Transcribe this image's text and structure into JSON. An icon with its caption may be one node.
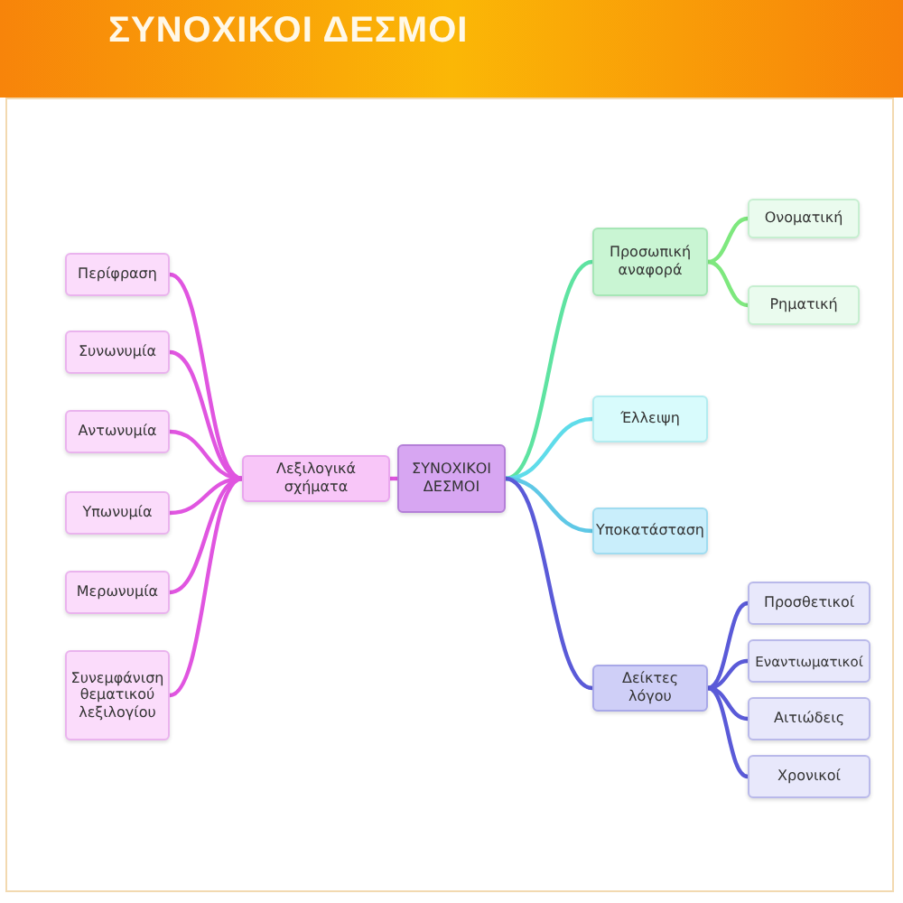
{
  "diagram": {
    "title": "ΣΥΝΟΧΙΚΟΙ ΔΕΣΜΟΙ",
    "nodes": [
      {
        "text": [
          "ΣΥΝΟΧΙΚΟΙ ΔΕΣΜΟΙ"
        ]
      },
      {
        "text": [
          "Λεξιλογικά σχήματα"
        ]
      },
      {
        "text": [
          "Περίφραση"
        ]
      },
      {
        "text": [
          "Συνωνυμία"
        ]
      },
      {
        "text": [
          "Αντωνυμία"
        ]
      },
      {
        "text": [
          "Υπωνυμία"
        ]
      },
      {
        "text": [
          "Μερωνυμία"
        ]
      },
      {
        "text": [
          "Συνεμφάνιση θεματικού λεξιλογίου"
        ]
      },
      {
        "text": [
          "Προσωπική αναφορά"
        ]
      },
      {
        "text": [
          "Ονοματική"
        ]
      },
      {
        "text": [
          "Ρηματική"
        ]
      },
      {
        "text": [
          "Έλλειψη"
        ]
      },
      {
        "text": [
          "Υποκατάσταση"
        ]
      },
      {
        "text": [
          "Δείκτες λόγου"
        ]
      },
      {
        "text": [
          "Προσθετικοί"
        ]
      },
      {
        "text": [
          "Εναντιωματικοί"
        ]
      },
      {
        "text": [
          "Αιτιώδεις"
        ]
      },
      {
        "text": [
          "Χρονικοί"
        ]
      }
    ],
    "edges": [
      {
        "from": 0,
        "to": 1,
        "arrow": "none"
      },
      {
        "from": 1,
        "to": 2,
        "arrow": "none"
      },
      {
        "from": 1,
        "to": 3,
        "arrow": "none"
      },
      {
        "from": 1,
        "to": 4,
        "arrow": "none"
      },
      {
        "from": 1,
        "to": 5,
        "arrow": "none"
      },
      {
        "from": 1,
        "to": 6,
        "arrow": "none"
      },
      {
        "from": 1,
        "to": 7,
        "arrow": "none"
      },
      {
        "from": 0,
        "to": 8,
        "arrow": "none",
        "color": "#5ee3a1"
      },
      {
        "from": 8,
        "to": 9,
        "arrow": "none",
        "color": "#7ee87e"
      },
      {
        "from": 8,
        "to": 10,
        "arrow": "none",
        "color": "#7ee87e"
      },
      {
        "from": 0,
        "to": 11,
        "arrow": "none",
        "color": "#5fdcea"
      },
      {
        "from": 0,
        "to": 12,
        "arrow": "none",
        "color": "#5fc8e6"
      },
      {
        "from": 0,
        "to": 13,
        "arrow": "none",
        "color": "#5a5ad8"
      },
      {
        "from": 13,
        "to": 14,
        "arrow": "none",
        "color": "#5a5ad8"
      },
      {
        "from": 13,
        "to": 15,
        "arrow": "none",
        "color": "#5a5ad8"
      },
      {
        "from": 13,
        "to": 16,
        "arrow": "none",
        "color": "#5a5ad8"
      },
      {
        "from": 13,
        "to": 17,
        "arrow": "none",
        "color": "#5a5ad8"
      }
    ]
  }
}
